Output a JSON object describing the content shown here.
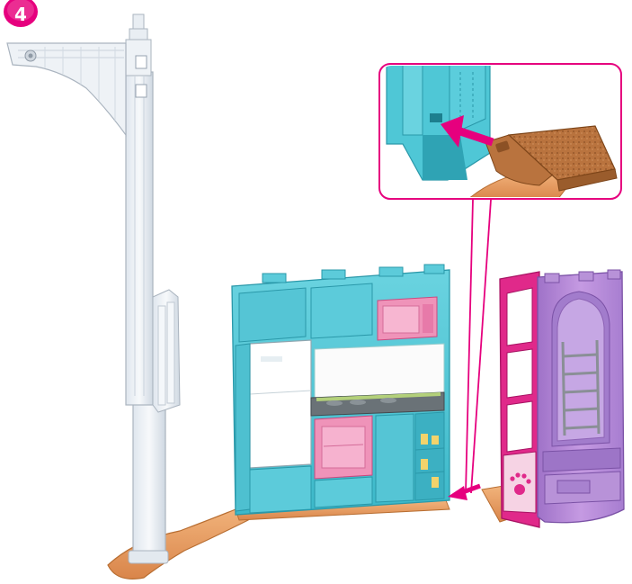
{
  "step": {
    "number": "4"
  },
  "colors": {
    "accent_magenta": "#e6007e",
    "kitchen_turquoise": "#4fc7d6",
    "kitchen_turquoise_dark": "#2fa3b4",
    "pole_white": "#eef2f6",
    "pole_outline": "#b9c2cc",
    "base_orange": "#e6995a",
    "door_pink": "#e0298a",
    "door_purple": "#b78ad8",
    "fridge_white": "#ffffff",
    "oven_pink": "#ef93b9",
    "tab_brown": "#b9733e"
  },
  "icons": [
    "step-number-badge",
    "insert-arrow",
    "paw-print-icon",
    "ladder-graphic",
    "magnifier-callout"
  ]
}
